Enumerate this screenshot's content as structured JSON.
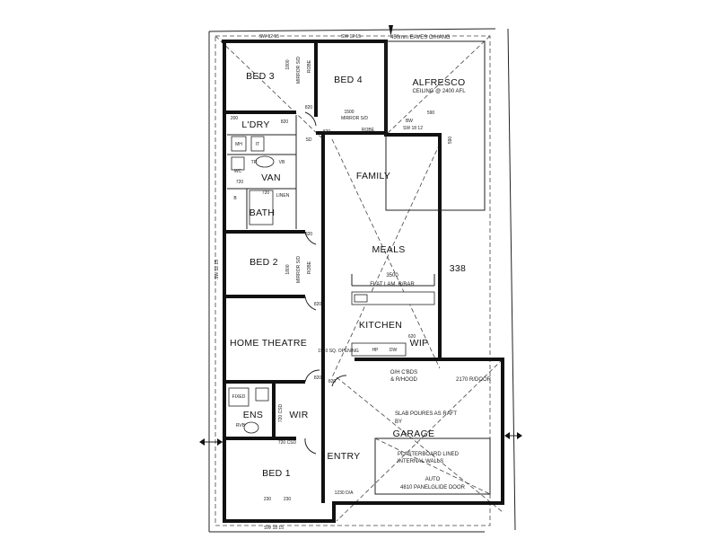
{
  "rooms": {
    "bed3": "BED 3",
    "bed4": "BED 4",
    "alfresco": "ALFRESCO",
    "ldry": "L'DRY",
    "van": "VAN",
    "bath": "BATH",
    "bed2": "BED 2",
    "family": "FAMILY",
    "meals": "MEALS",
    "kitchen": "KITCHEN",
    "wip": "WIP",
    "home_theatre": "HOME THEATRE",
    "ens": "ENS",
    "wir": "WIR",
    "garage": "GARAGE",
    "entry": "ENTRY",
    "bed1": "BED 1"
  },
  "notes": {
    "eaves": "450mm EAVES O/HANG",
    "ceiling": "CEILING @ 2400 AFL",
    "flat_lam": "FLAT LAM. B/BAR",
    "kitchen_width": "3500",
    "wall_height": "338",
    "slab_line1": "SLAB POURES AS RAFT",
    "slab_line2": "BY",
    "plaster_line1": "PLASTERBOARD LINED",
    "plaster_line2": "INTERNAL WALLS",
    "auto_line1": "AUTO",
    "auto_line2": "4810 PANELGLIDE DOOR",
    "garage_door": "2170 R/DOOR",
    "ohc": "O/H C'BDS",
    "rhood": "& R/HOOD",
    "opening": "1510 SQ. OPENING",
    "entry_robe": "1230 D/A",
    "mirror_sd1": "MIRROR S/D",
    "mirror_sd2": "MIRROR S/D",
    "mirror_sd3": "MIRROR S/D",
    "robe1": "ROBE",
    "robe2": "ROBE",
    "robe3": "ROBE",
    "linen": "LINEN",
    "bw": "BW",
    "sw_top1": "SW 12 15",
    "sw_top2": "SW 12 15",
    "sw_left": "SW 12 15",
    "sw_alfresco": "SW 18 12",
    "sw_bottom": "SW 18 15",
    "d1500": "1500",
    "d1800a": "1800",
    "d1800b": "1800",
    "d200": "200",
    "d820a": "820",
    "d820b": "820",
    "d820c": "820",
    "d820d": "820",
    "d820e": "820",
    "d820f": "820",
    "d820g": "820",
    "d720a": "720",
    "d720b": "720",
    "d720c": "720 CSD",
    "d720d": "720 CSD",
    "d590a": "590",
    "d590b": "590",
    "d230a": "230",
    "d230b": "230",
    "d620": "620",
    "d6r": "SD",
    "dw": "DW",
    "dhp": "HP",
    "mh": "MH",
    "it": "IT",
    "wc": "WC",
    "vb": "VB",
    "tr": "TR",
    "b": "B",
    "rvb": "RVB",
    "fixed": "FIXED"
  }
}
